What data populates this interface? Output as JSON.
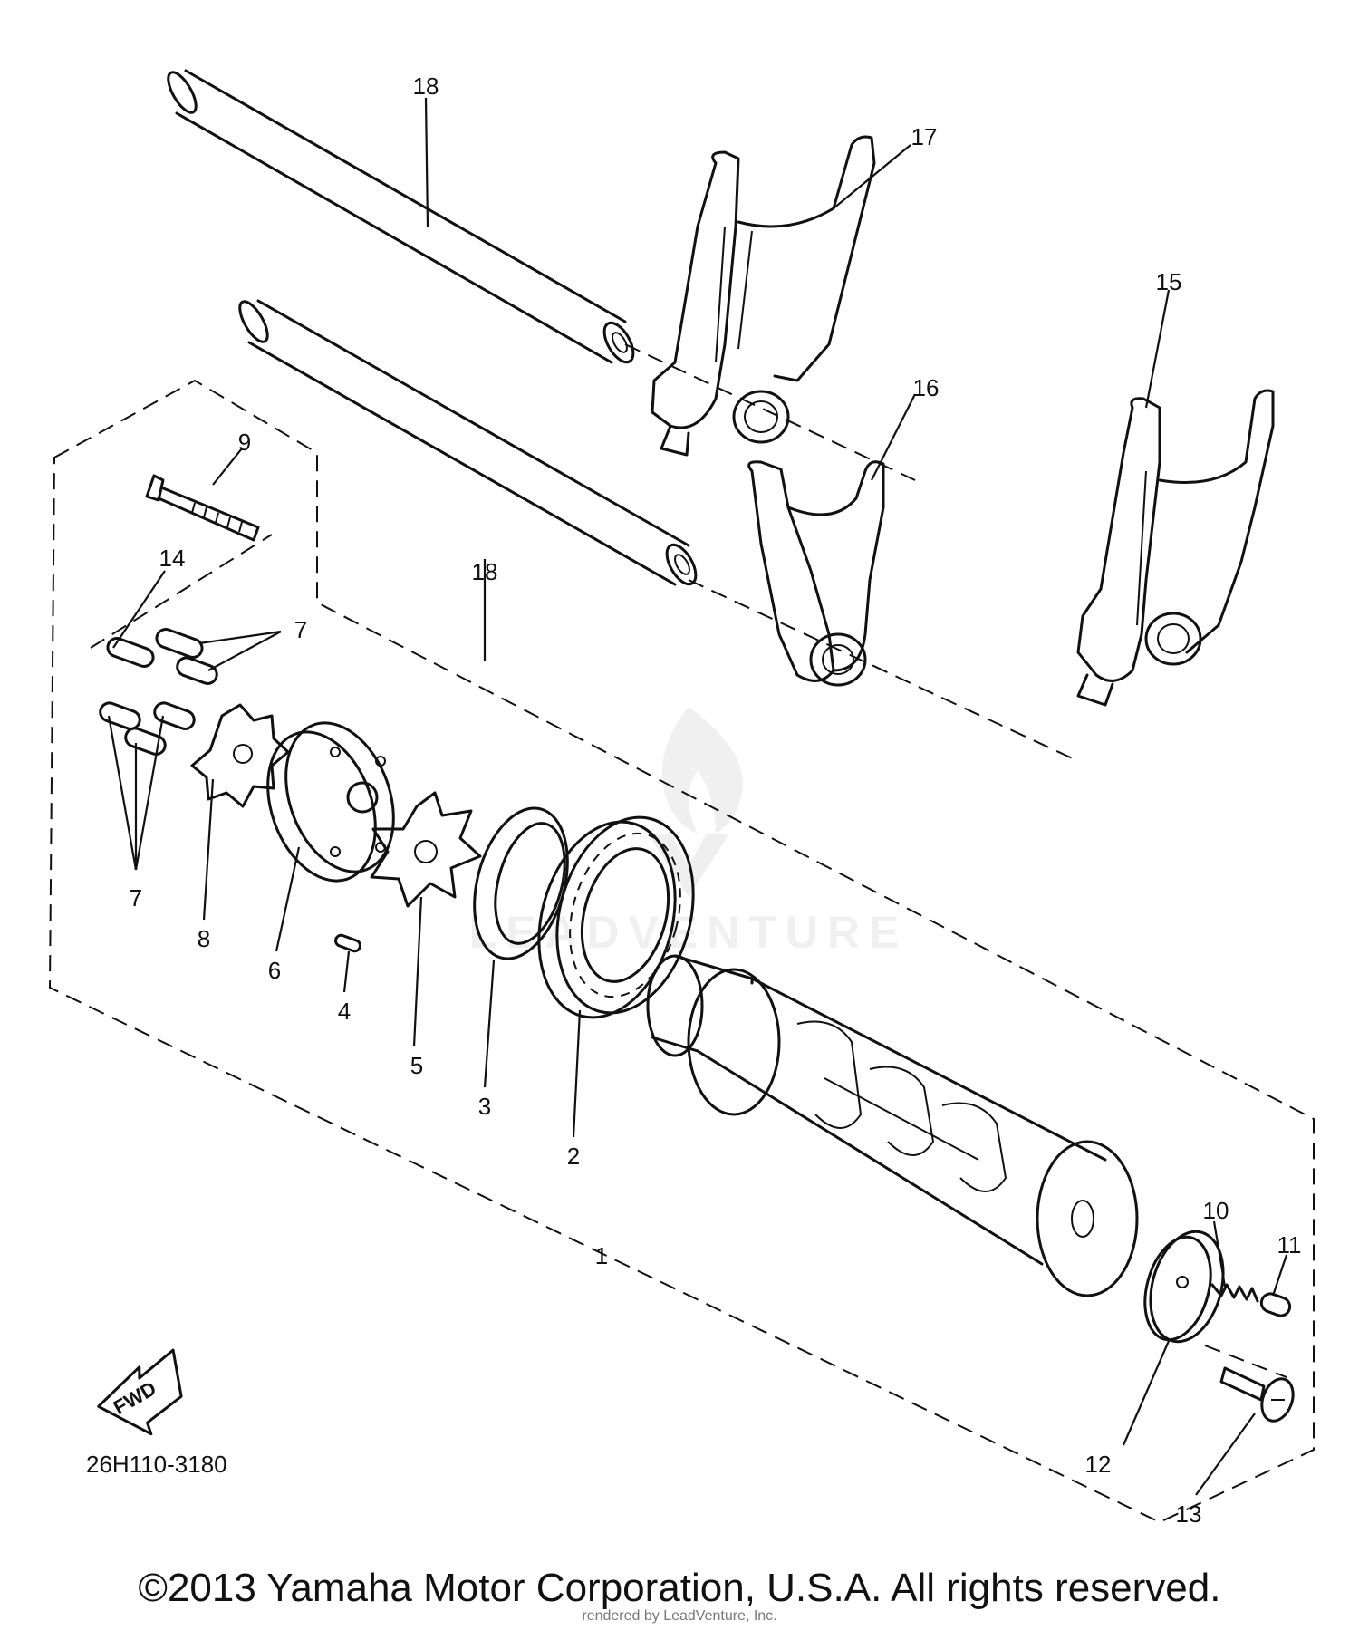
{
  "diagram": {
    "drawing_code": "26H110-3180",
    "fwd_label": "FWD",
    "callouts": {
      "c1": "1",
      "c2": "2",
      "c3": "3",
      "c4": "4",
      "c5": "5",
      "c6": "6",
      "c7a": "7",
      "c7b": "7",
      "c8": "8",
      "c9": "9",
      "c10": "10",
      "c11": "11",
      "c12": "12",
      "c13": "13",
      "c14": "14",
      "c15": "15",
      "c16": "16",
      "c17": "17",
      "c18a": "18",
      "c18b": "18"
    }
  },
  "footer": {
    "copyright": "©2013 Yamaha Motor Corporation, U.S.A. All rights reserved.",
    "credit": "rendered by LeadVenture, Inc."
  },
  "watermark": {
    "text": "LEADVENTURE"
  }
}
